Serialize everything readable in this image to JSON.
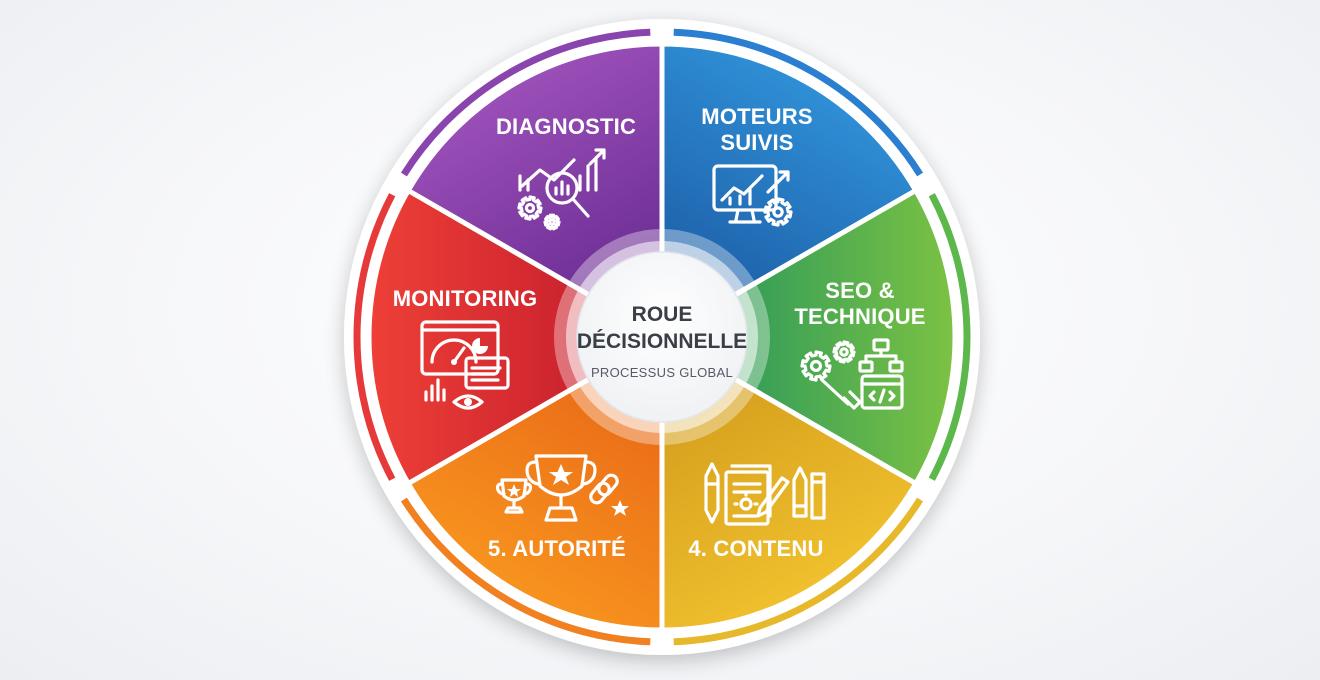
{
  "center": {
    "title_line1": "ROUE",
    "title_line2": "DÉCISIONNELLE",
    "subtitle": "PROCESSUS GLOBAL"
  },
  "segments": [
    {
      "id": "diagnostic",
      "lines": [
        "DIAGNOSTIC"
      ],
      "color_a": "#2f8fd6",
      "color_b": "#1d5fa8",
      "icon": "analytics-magnifier-gear-icon"
    },
    {
      "id": "moteurs",
      "lines": [
        "MOTEURS",
        "SUIVIS"
      ],
      "color_a": "#7cc243",
      "color_b": "#2e9a5a",
      "icon": "monitor-growth-chart-icon"
    },
    {
      "id": "seo",
      "lines": [
        "SEO &",
        "TECHNIQUE"
      ],
      "color_a": "#f0c02e",
      "color_b": "#d49e1c",
      "icon": "gears-wrench-sitemap-code-icon"
    },
    {
      "id": "contenu",
      "lines": [
        "4. CONTENU"
      ],
      "color_a": "#f7931e",
      "color_b": "#ea6a17",
      "icon": "pen-document-pencil-icon"
    },
    {
      "id": "autorite",
      "lines": [
        "5. AUTORITÉ"
      ],
      "color_a": "#ee4037",
      "color_b": "#c71f2d",
      "icon": "trophy-star-link-icon"
    },
    {
      "id": "monitoring",
      "lines": [
        "MONITORING"
      ],
      "color_a": "#9b4fb8",
      "color_b": "#6a2d93",
      "icon": "dashboard-gauge-eye-icon"
    }
  ],
  "rim_colors": [
    "#2a7fd0",
    "#5cb84a",
    "#e6b82a",
    "#f08020",
    "#e63a3a",
    "#8a44ad"
  ]
}
